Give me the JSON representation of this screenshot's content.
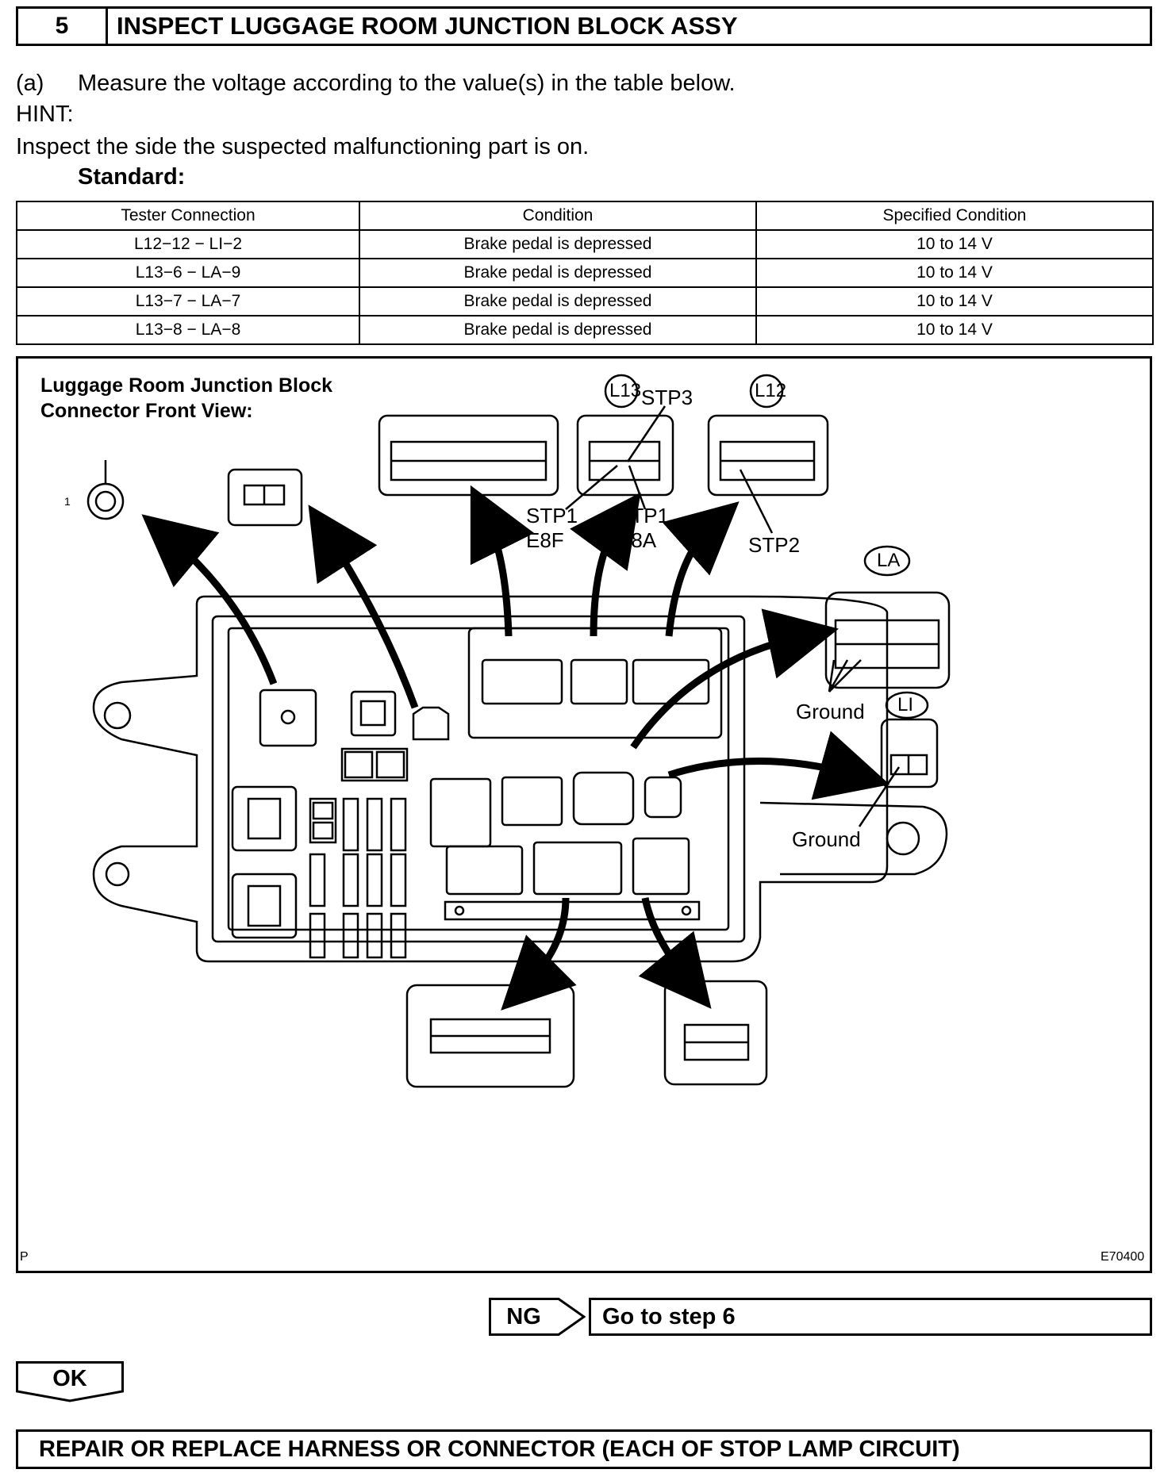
{
  "step": {
    "number": "5",
    "title": "INSPECT LUGGAGE ROOM JUNCTION BLOCK ASSY"
  },
  "instructions": {
    "item_a_label": "(a)",
    "item_a": "Measure the voltage according to the value(s) in the table below.",
    "hint_label": "HINT:",
    "hint": "Inspect the side the suspected malfunctioning part is on.",
    "standard": "Standard:"
  },
  "table": {
    "headers": [
      "Tester Connection",
      "Condition",
      "Specified Condition"
    ],
    "rows": [
      [
        "L12−12 − LI−2",
        "Brake pedal is depressed",
        "10 to 14 V"
      ],
      [
        "L13−6 − LA−9",
        "Brake pedal is depressed",
        "10 to 14 V"
      ],
      [
        "L13−7 − LA−7",
        "Brake pedal is depressed",
        "10 to 14 V"
      ],
      [
        "L13−8 − LA−8",
        "Brake pedal is depressed",
        "10 to 14 V"
      ]
    ]
  },
  "figure": {
    "heading_line1": "Luggage Room Junction Block",
    "heading_line2": "Connector Front View:",
    "connectors": {
      "l13": "L13",
      "l12": "L12",
      "la": "LA",
      "li": "LI",
      "stp3": "STP3",
      "stp1": "STP1",
      "e8f": "E8F",
      "e8a": "E8A",
      "stp2": "STP2",
      "ground": "Ground"
    },
    "terminal_1": "1",
    "corner_p": "P",
    "figure_id": "E70400"
  },
  "footer": {
    "ng": "NG",
    "goto": "Go to step 6",
    "ok": "OK",
    "repair": "REPAIR OR REPLACE HARNESS OR CONNECTOR (EACH OF STOP LAMP CIRCUIT)"
  }
}
